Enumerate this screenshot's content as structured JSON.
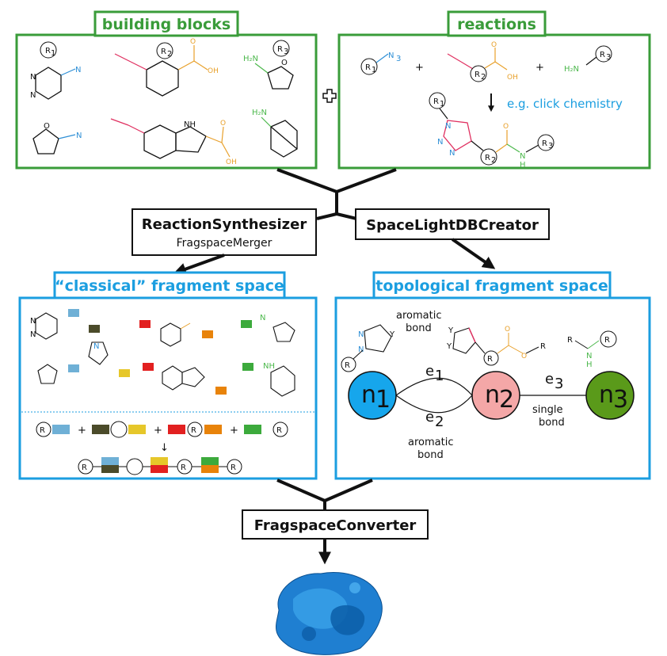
{
  "panels": {
    "building_blocks": {
      "title": "building blocks"
    },
    "reactions": {
      "title": "reactions",
      "example": "e.g. click chemistry"
    },
    "classical": {
      "title": "“classical” fragment space"
    },
    "topological": {
      "title": "topological fragment space"
    }
  },
  "tools": {
    "reaction_synthesizer": "ReactionSynthesizer",
    "fragspace_merger": "FragspaceMerger",
    "spacelight": "SpaceLightDBCreator",
    "converter": "FragspaceConverter"
  },
  "chem": {
    "r1": "R",
    "r2": "R",
    "r3": "R",
    "sub1": "1",
    "sub2": "2",
    "sub3": "3",
    "n3": "N",
    "n3_sub": "3",
    "nh": "NH",
    "h2n": "H₂N",
    "h2n_b": "H₂N",
    "oh": "OH",
    "o": "O",
    "n": "N",
    "h": "H",
    "y": "Y",
    "r": "R",
    "plus": "+",
    "arrow": "↓"
  },
  "graph": {
    "nodes": [
      {
        "label": "n",
        "sub": "1",
        "color": "#16a6ec"
      },
      {
        "label": "n",
        "sub": "2",
        "color": "#f4a7a7"
      },
      {
        "label": "n",
        "sub": "3",
        "color": "#5a9a1a"
      }
    ],
    "edges": [
      {
        "label": "e",
        "sub": "1"
      },
      {
        "label": "e",
        "sub": "2"
      },
      {
        "label": "e",
        "sub": "3"
      }
    ],
    "aromatic_top_1": "aromatic",
    "aromatic_top_2": "bond",
    "aromatic_bottom_1": "aromatic",
    "aromatic_bottom_2": "bond",
    "single_1": "single",
    "single_2": "bond"
  },
  "colors": {
    "green": "#3a9c3a",
    "blue": "#1b9ee0",
    "black": "#111111"
  }
}
